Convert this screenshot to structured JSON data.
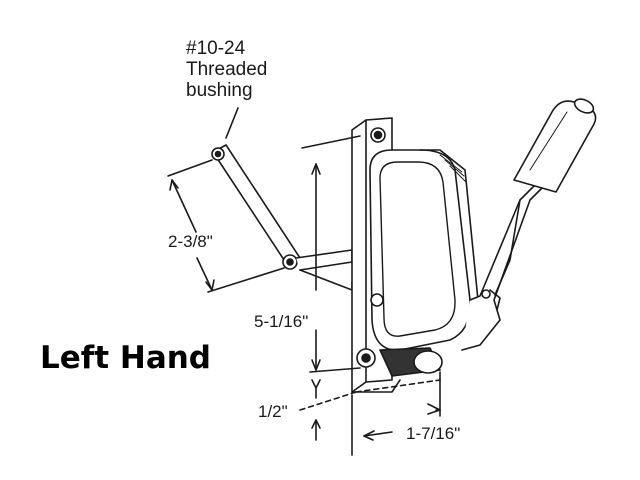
{
  "diagram": {
    "title": "Left Hand",
    "callout": {
      "lines": [
        "#10-24",
        "Threaded",
        "bushing"
      ]
    },
    "dimensions": {
      "arm_length": "2-3/8\"",
      "mounting_height": "5-1/16\"",
      "base_offset": "1/2\"",
      "base_width": "1-7/16\""
    },
    "colors": {
      "line": "#1a1a1a",
      "background": "#ffffff",
      "shade": "#333333"
    }
  }
}
